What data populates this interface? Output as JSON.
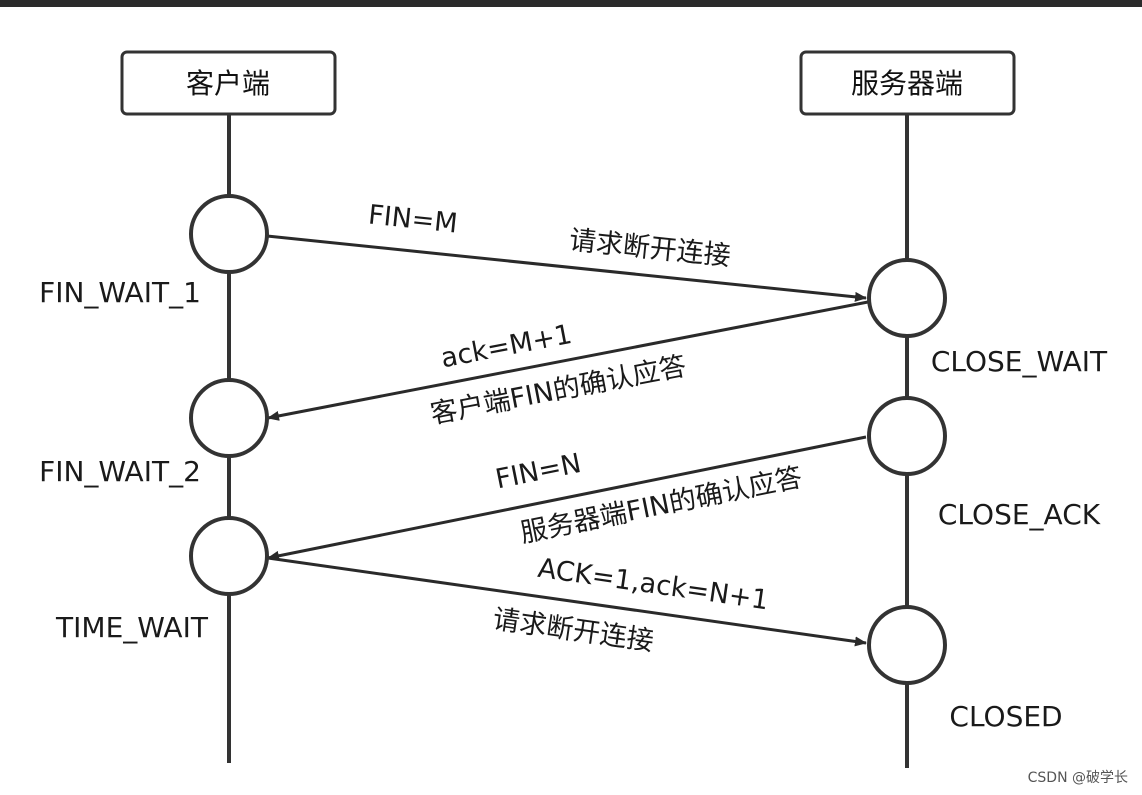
{
  "participants": {
    "client": "客户端",
    "server": "服务器端"
  },
  "client_states": [
    "FIN_WAIT_1",
    "FIN_WAIT_2",
    "TIME_WAIT"
  ],
  "server_states": [
    "CLOSE_WAIT",
    "CLOSE_ACK",
    "CLOSED"
  ],
  "messages": [
    {
      "label": "FIN=M",
      "sublabel": "请求断开连接"
    },
    {
      "label": "ack=M+1",
      "sublabel": "客户端FIN的确认应答"
    },
    {
      "label": "FIN=N",
      "sublabel": "服务器端FIN的确认应答"
    },
    {
      "label": "ACK=1,ack=N+1",
      "sublabel": "请求断开连接"
    }
  ],
  "watermark": "CSDN @破学长",
  "colors": {
    "line": "#333333",
    "box_fill": "#ffffff",
    "background": "#ffffff"
  }
}
